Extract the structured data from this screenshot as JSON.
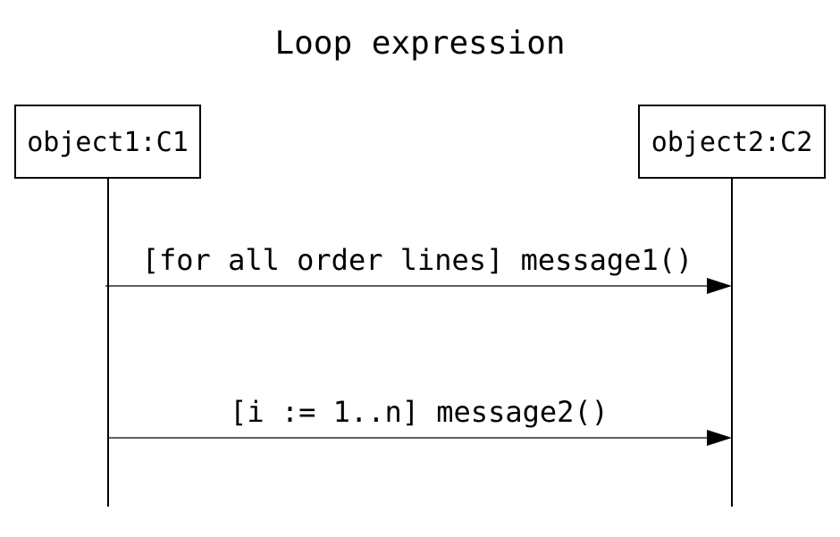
{
  "title": "Loop expression",
  "objects": [
    {
      "label": "object1:C1"
    },
    {
      "label": "object2:C2"
    }
  ],
  "messages": [
    {
      "label": "[for all order lines] message1()",
      "from": "object1:C1",
      "to": "object2:C2"
    },
    {
      "label": "[i := 1..n] message2()",
      "from": "object1:C1",
      "to": "object2:C2"
    }
  ],
  "colors": {
    "background": "#ffffff",
    "stroke": "#000000"
  }
}
